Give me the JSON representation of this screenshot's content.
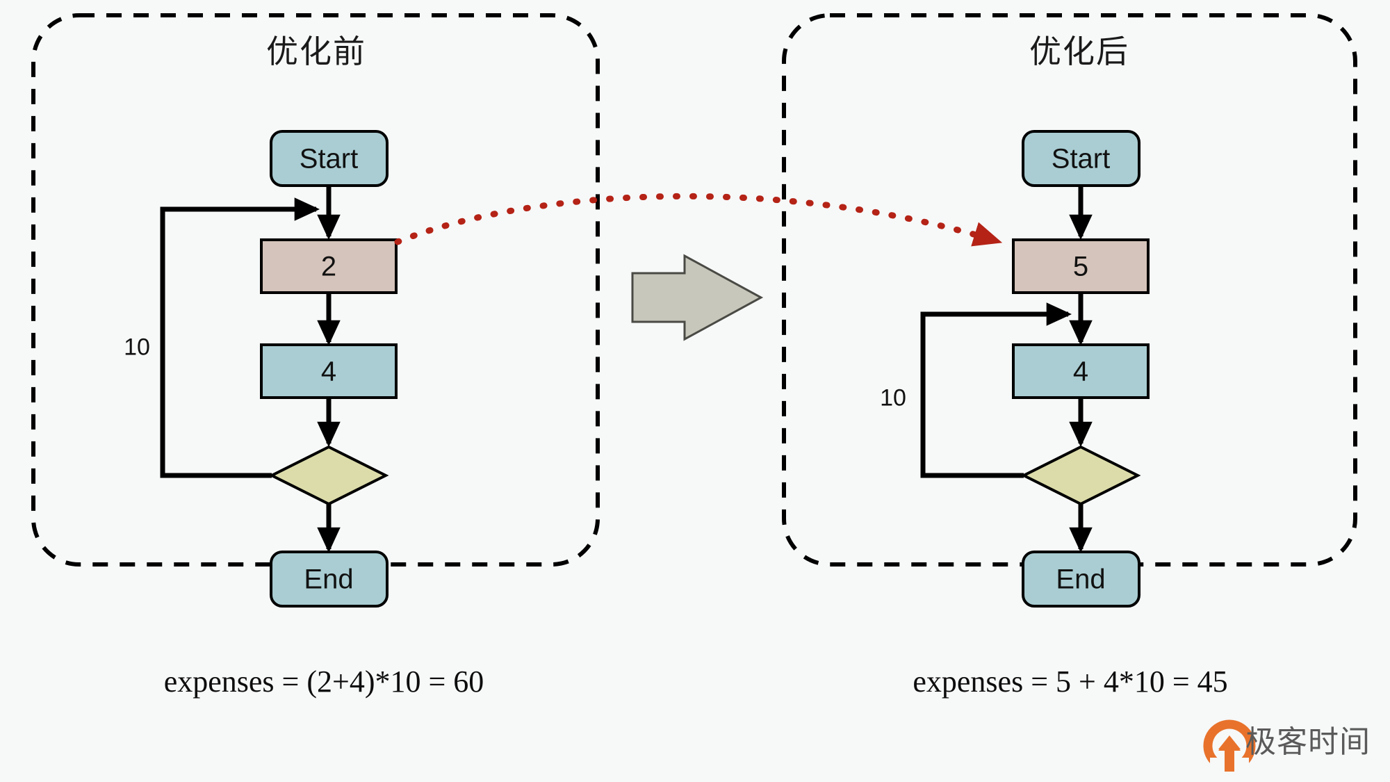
{
  "diagram": {
    "title_left": "优化前",
    "title_right": "优化后",
    "background_color": "#f7f8f8"
  },
  "colors": {
    "terminal_fill": "#a9cdd2",
    "highlight_fill": "#d5c4bb",
    "process_fill": "#a9cdd2",
    "decision_fill": "#dcdcaa",
    "stroke": "#000000",
    "red_arrow": "#b42316",
    "gray_arrow_fill": "#c8c7bb",
    "panel_border": "#000000",
    "watermark_orange": "#e8722b",
    "watermark_text": "#5a5a5a"
  },
  "panels": [
    {
      "id": "before",
      "title": "优化前",
      "formula": "expenses = (2+4)*10 = 60",
      "loop_label": "10",
      "nodes": [
        {
          "id": "start",
          "label": "Start",
          "shape": "terminal"
        },
        {
          "id": "cost_a",
          "label": "2",
          "shape": "process-highlight"
        },
        {
          "id": "cost_b",
          "label": "4",
          "shape": "process"
        },
        {
          "id": "decision",
          "label": "",
          "shape": "decision"
        },
        {
          "id": "end",
          "label": "End",
          "shape": "terminal"
        }
      ]
    },
    {
      "id": "after",
      "title": "优化后",
      "formula": "expenses = 5 + 4*10 = 45",
      "loop_label": "10",
      "nodes": [
        {
          "id": "start",
          "label": "Start",
          "shape": "terminal"
        },
        {
          "id": "cost_a",
          "label": "5",
          "shape": "process-highlight"
        },
        {
          "id": "cost_b",
          "label": "4",
          "shape": "process"
        },
        {
          "id": "decision",
          "label": "",
          "shape": "decision"
        },
        {
          "id": "end",
          "label": "End",
          "shape": "terminal"
        }
      ]
    }
  ],
  "transition": {
    "icon": "block-arrow-right-icon",
    "red_link": "red-dotted-arrow-from-2-to-5"
  },
  "watermark": {
    "text": "极客时间",
    "logo": "geektime-logo-icon"
  }
}
